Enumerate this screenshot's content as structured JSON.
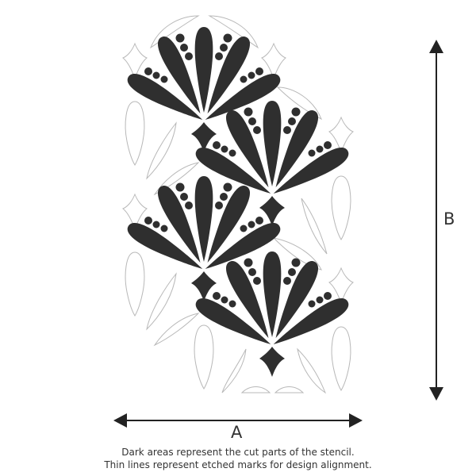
{
  "dimensions": {
    "width_label": "A",
    "height_label": "B"
  },
  "caption": {
    "line1": "Dark areas represent the cut parts of the stencil.",
    "line2": "Thin lines represent etched marks for design alignment."
  },
  "colors": {
    "cut": "#2f2f2f",
    "etch": "#b8b8b8",
    "arrow": "#222222"
  }
}
